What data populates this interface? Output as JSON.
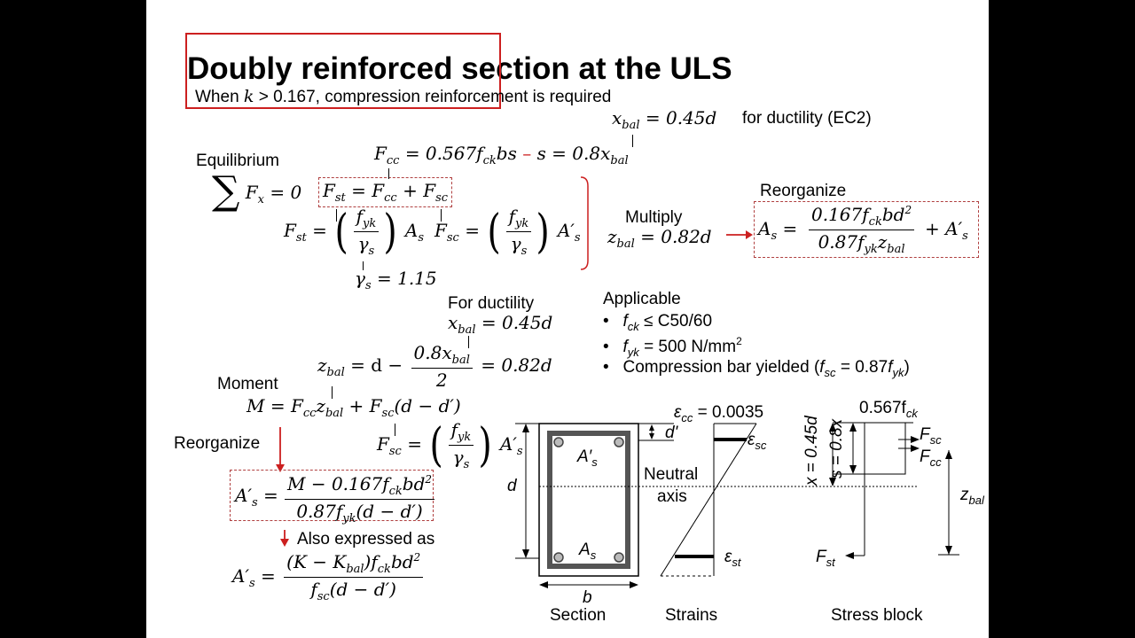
{
  "title": "Doubly reinforced section at the ULS",
  "subtitle_pre": "When ",
  "subtitle_k": "k",
  "subtitle_post": " > 0.167, compression reinforcement is required",
  "xbal_top": "x",
  "xbal_sub": "bal",
  "xbal_top_val": " = 0.45d",
  "for_ductility_ec2": "for ductility (EC2)",
  "equilibrium_label": "Equilibrium",
  "fcc_eq": "= 0.567f",
  "fcc_eq_tail": "bs",
  "s_eq": "s = 0.8x",
  "sum_fx": "= 0",
  "fst_eq": "= F",
  "fst_plus": "+ F",
  "gamma_s_val": "= 1.15",
  "multiply_label": "Multiply",
  "zbal_val": "= 0.82d",
  "reorganize_label_top": "Reorganize",
  "for_ductility_label": "For ductility",
  "xbal_mid_val": "= 0.45d",
  "zbal_mid_rhs": "= 0.82d",
  "applicable_label": "Applicable",
  "applicable_items": {
    "fck": "≤ C50/60",
    "fyk": "= 500 N/mm",
    "bar": "Compression bar yielded ("
  },
  "moment_label": "Moment",
  "reorganize_label_bottom": "Reorganize",
  "also_expressed": "Also expressed as",
  "diagram": {
    "ecc_label": "= 0.0035",
    "neutral_axis_1": "Neutral",
    "neutral_axis_2": "axis",
    "x_label": "x = 0.45d",
    "s_label": "s = 0.8x",
    "stress_top": "0.567f",
    "section_label": "Section",
    "strains_label": "Strains",
    "stress_block_label": "Stress block",
    "b_label": "b",
    "d_label": "d",
    "dprime_label": "d'"
  },
  "colors": {
    "red": "#cc1f1f",
    "dash": "#b04040"
  }
}
